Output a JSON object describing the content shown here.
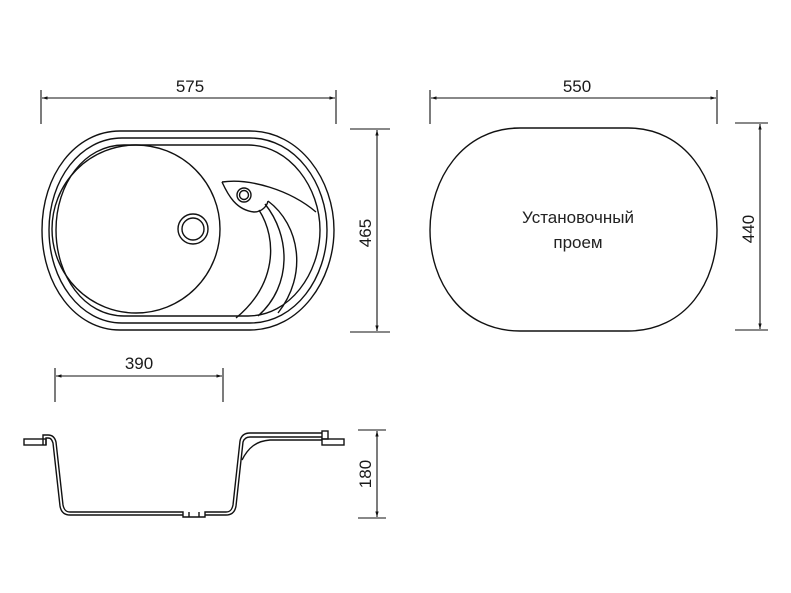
{
  "drawing": {
    "top_view": {
      "width_dim": "575",
      "height_dim": "465"
    },
    "cutout_view": {
      "width_dim": "550",
      "height_dim": "440",
      "label_line1": "Установочный",
      "label_line2": "проем"
    },
    "side_view": {
      "bowl_width_dim": "390",
      "depth_dim": "180"
    },
    "colors": {
      "line": "#111111",
      "background": "#ffffff"
    }
  }
}
